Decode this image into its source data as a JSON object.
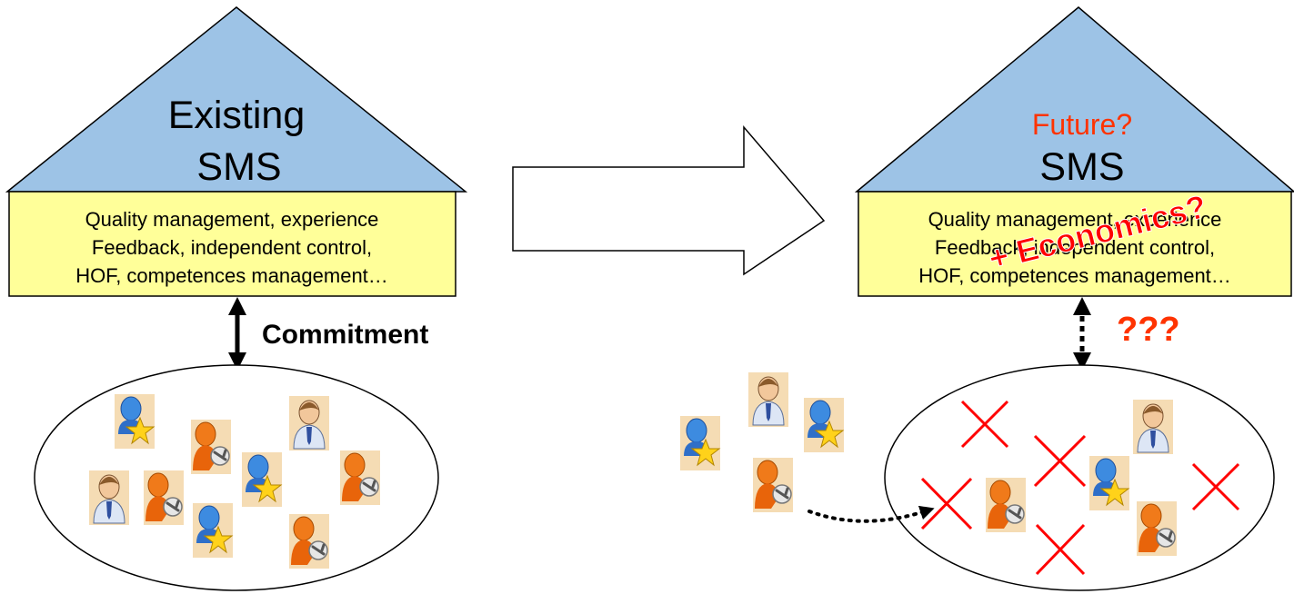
{
  "left": {
    "title_line1": "Existing",
    "title_line2": "SMS",
    "box_lines": [
      "Quality management, experience",
      "Feedback, independent control,",
      "HOF, competences management…"
    ],
    "link_label": "Commitment"
  },
  "right": {
    "title_line1": "Future?",
    "title_line2": "SMS",
    "box_lines": [
      "Quality management, experience",
      "Feedback, independent control,",
      "HOF, competences management…"
    ],
    "overlay_text": "+ Economics?",
    "link_label": "???"
  },
  "colors": {
    "roof": "#9dc3e6",
    "box": "#ffff99",
    "accent_red": "#ff3300",
    "cross_red": "#ff0000"
  },
  "icons": {
    "manager": "person-tie-icon",
    "star_person": "person-star-icon",
    "tool_person": "person-wrench-icon",
    "cross": "cross-icon"
  }
}
